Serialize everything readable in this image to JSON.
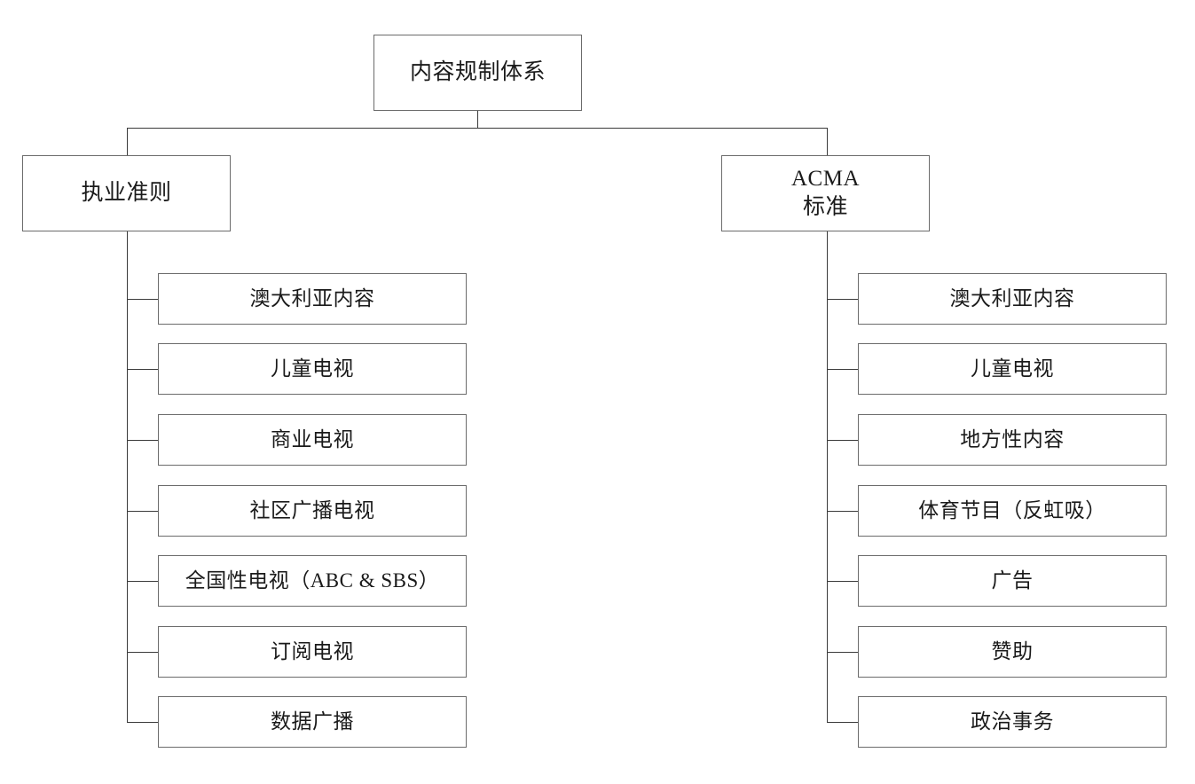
{
  "diagram": {
    "type": "tree",
    "orientation": "top-down",
    "root": {
      "label": "内容规制体系"
    },
    "branches": [
      {
        "id": "codes-of-practice",
        "side": "left",
        "label": "执业准则",
        "label_line1": "执业准则",
        "label_line2": "",
        "children": [
          {
            "label": "澳大利亚内容"
          },
          {
            "label": "儿童电视"
          },
          {
            "label": "商业电视"
          },
          {
            "label": "社区广播电视"
          },
          {
            "label": "全国性电视（ABC & SBS）"
          },
          {
            "label": "订阅电视"
          },
          {
            "label": "数据广播"
          }
        ]
      },
      {
        "id": "acma-standards",
        "side": "right",
        "label": "ACMA 标准",
        "label_line1": "ACMA",
        "label_line2": "标准",
        "children": [
          {
            "label": "澳大利亚内容"
          },
          {
            "label": "儿童电视"
          },
          {
            "label": "地方性内容"
          },
          {
            "label": "体育节目（反虹吸）"
          },
          {
            "label": "广告"
          },
          {
            "label": "赞助"
          },
          {
            "label": "政治事务"
          }
        ]
      }
    ],
    "colors": {
      "box_border": "#6b6b6b",
      "connector": "#3a3a3a",
      "text": "#1a1a1a",
      "background": "#ffffff"
    }
  }
}
